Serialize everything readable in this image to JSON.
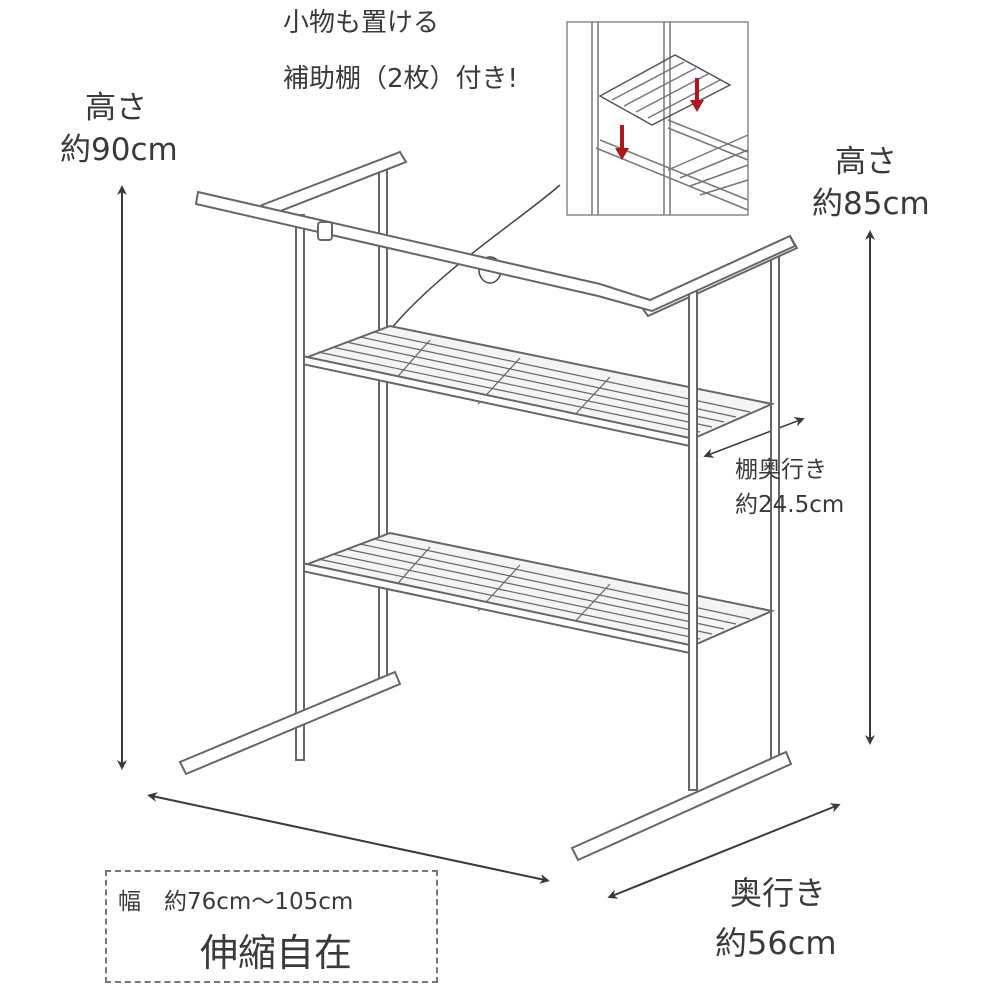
{
  "callout": {
    "line1": "小物も置ける",
    "line2": "補助棚（2枚）付き!"
  },
  "left_height": {
    "label": "高さ",
    "value": "約90cm"
  },
  "right_height": {
    "label": "高さ",
    "value": "約85cm"
  },
  "shelf_depth": {
    "label": "棚奥行き",
    "value": "約24.5cm"
  },
  "depth": {
    "label": "奥行き",
    "value": "約56cm"
  },
  "width_box": {
    "line1": "幅　約76cm～105cm",
    "line2": "伸縮自在"
  },
  "colors": {
    "line": "#555555",
    "arrow": "#3a3a3a",
    "accent_arrow": "#b0161c"
  }
}
